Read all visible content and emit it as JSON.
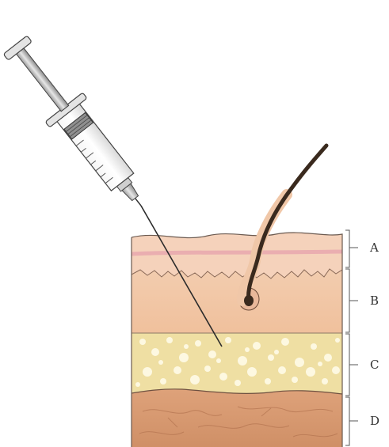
{
  "labels": {
    "layer_a": "A",
    "layer_b": "B",
    "layer_c": "C",
    "layer_d": "D"
  },
  "colors": {
    "epidermis": "#f2cdb5",
    "epidermis_band": "#e7a6ad",
    "dermis": "#f2c8a5",
    "fat": "#efe0a6",
    "fat_cells": "#fffbe6",
    "muscle": "#d79b72",
    "muscle_dark": "#b97852",
    "hair": "#3a2a1e",
    "syringe_metal": "#c9c9c9",
    "syringe_outline": "#444444"
  },
  "icons": [
    "syringe-icon",
    "needle-icon",
    "hair-follicle-icon"
  ]
}
